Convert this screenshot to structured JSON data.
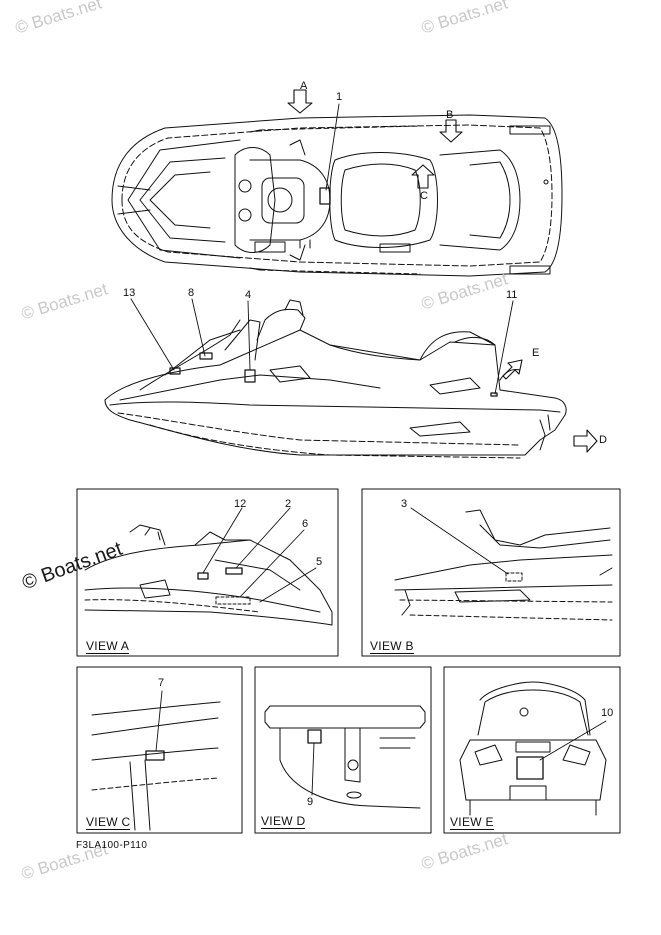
{
  "watermark": {
    "text": "© Boats.net"
  },
  "callouts": {
    "n1": "1",
    "n2": "2",
    "n3": "3",
    "n4": "4",
    "n5": "5",
    "n6": "6",
    "n7": "7",
    "n8": "8",
    "n9": "9",
    "n10": "10",
    "n11": "11",
    "n12": "12",
    "n13": "13"
  },
  "arrows": {
    "a": "A",
    "b": "B",
    "c": "C",
    "d": "D",
    "e": "E"
  },
  "views": {
    "a": "VIEW A",
    "b": "VIEW B",
    "c": "VIEW C",
    "d": "VIEW D",
    "e": "VIEW E"
  },
  "diagram_code": "F3LA100-P110"
}
